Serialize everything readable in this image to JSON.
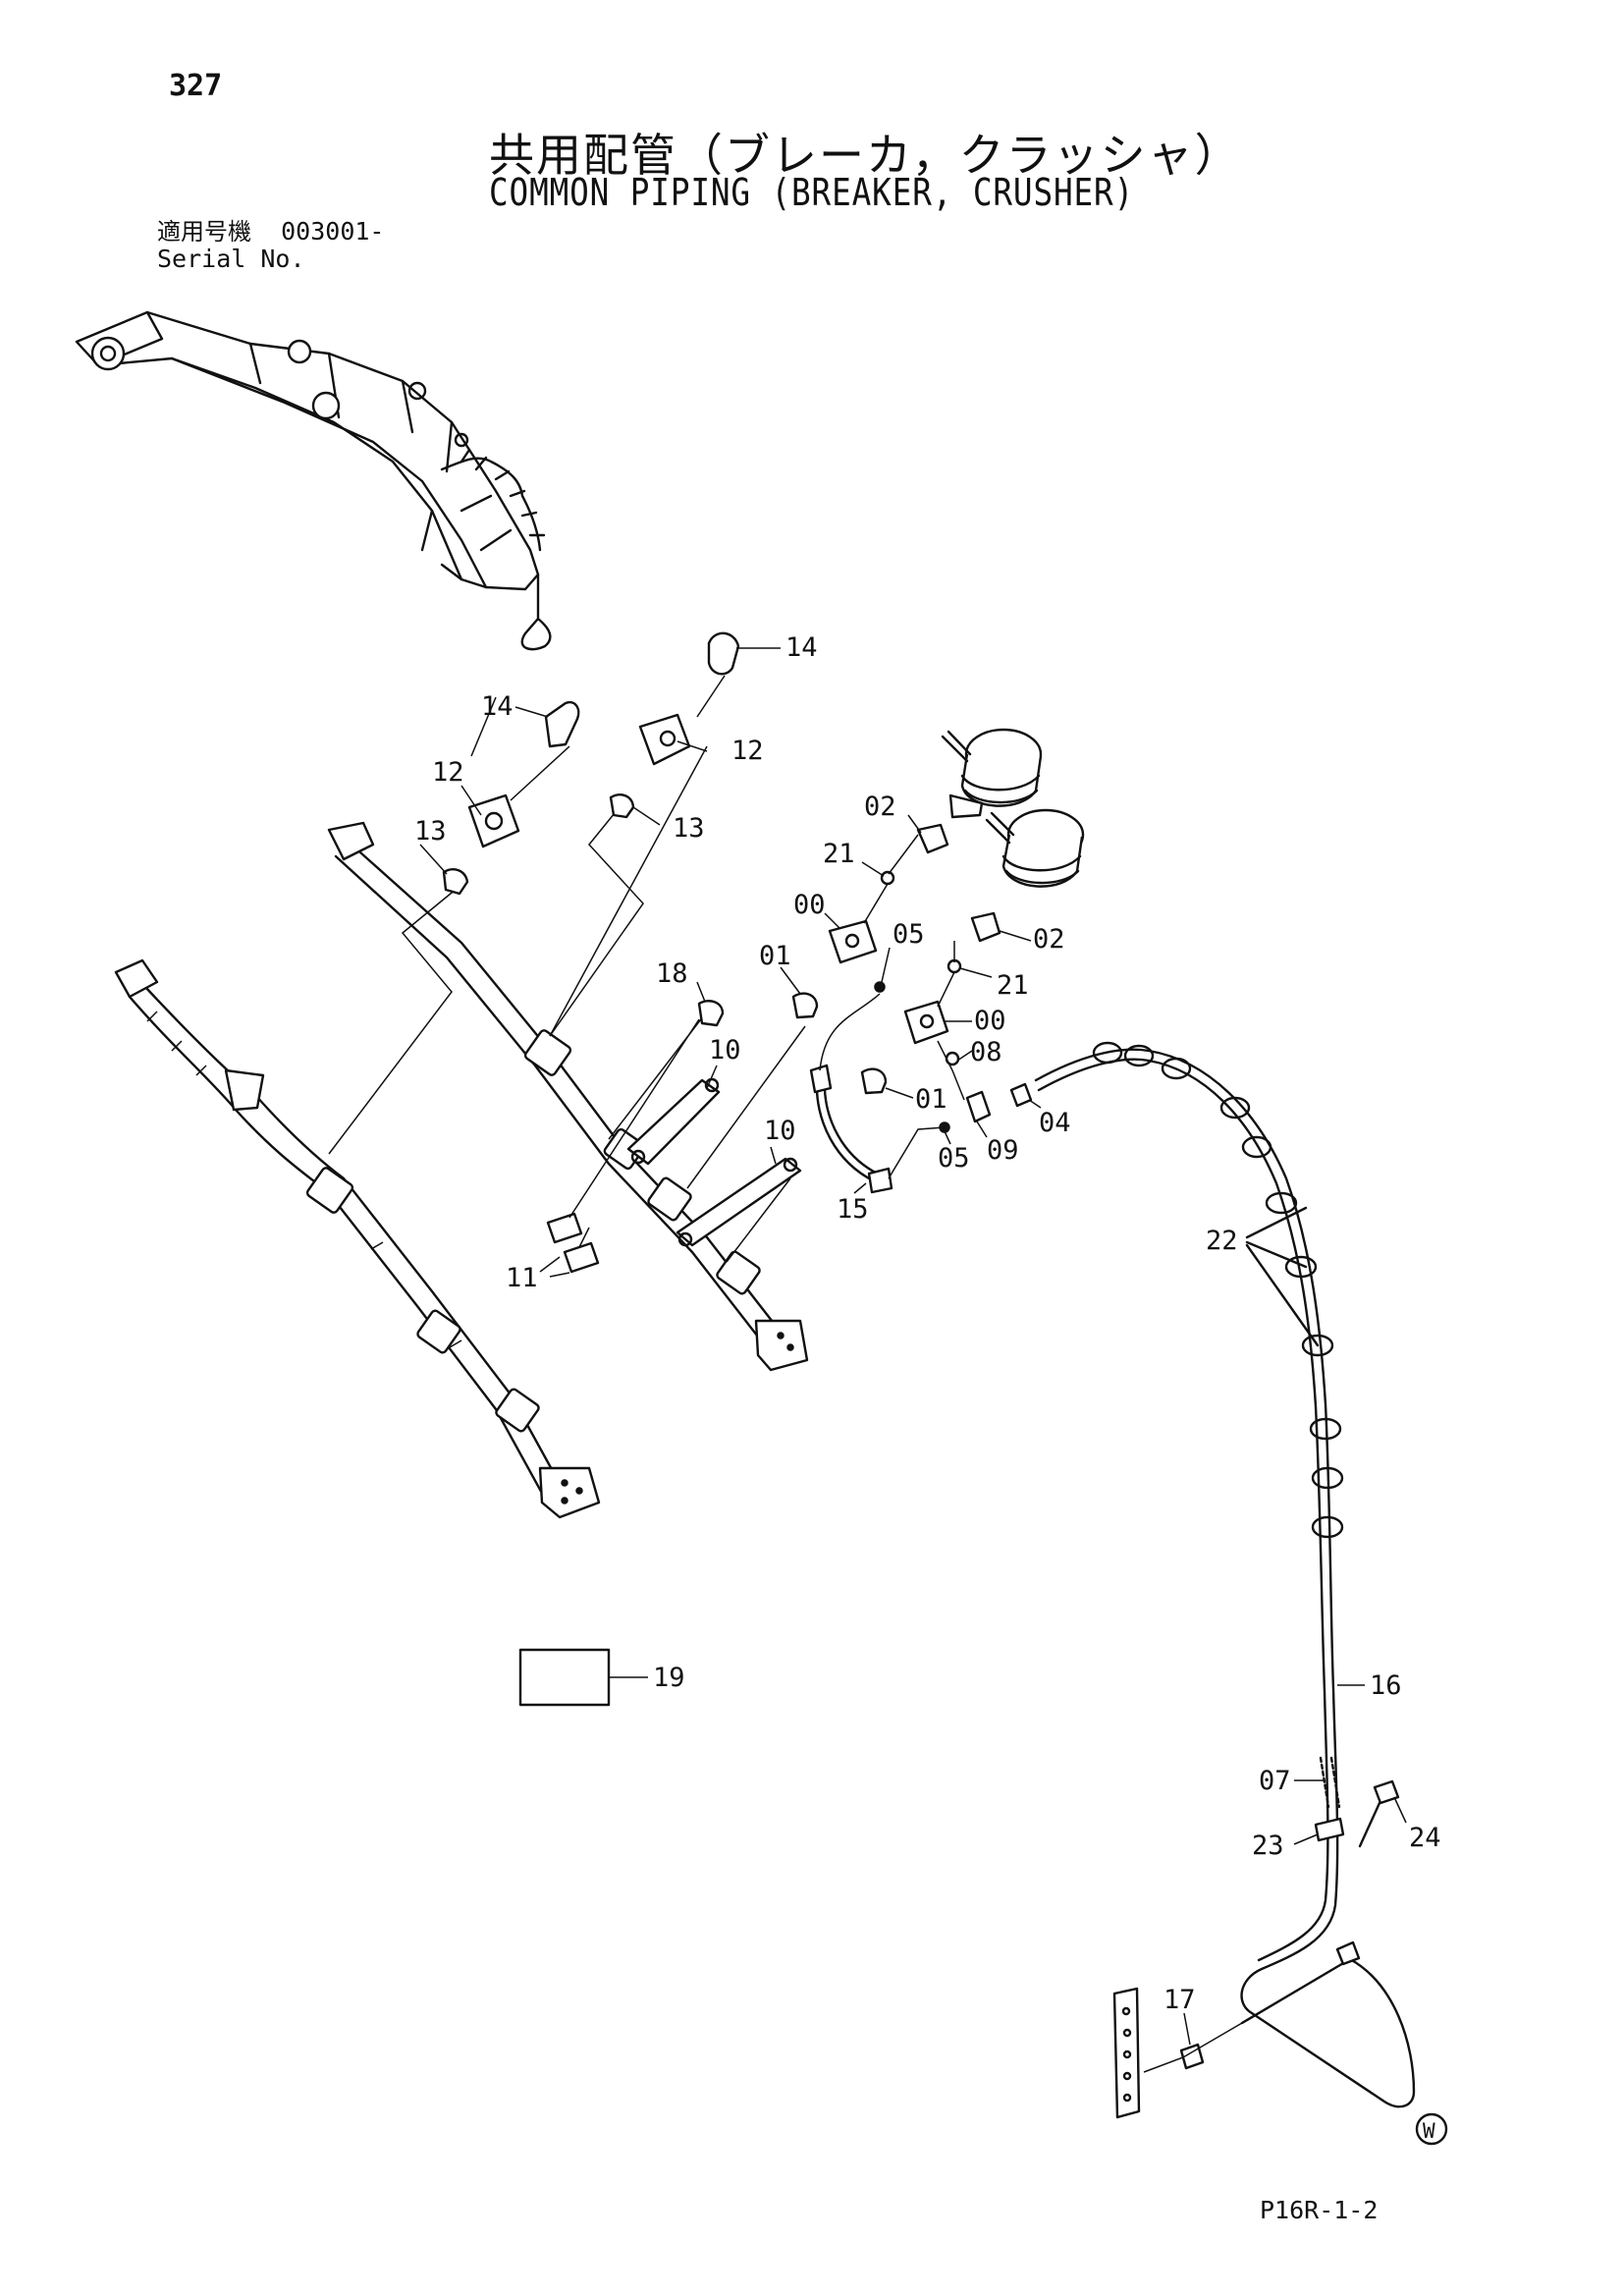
{
  "page_number": "327",
  "title_jp": "共用配管（ブレーカ，クラッシャ）",
  "title_en": "COMMON PIPING (BREAKER, CRUSHER)",
  "serial_jp": "適用号機",
  "serial_value": "003001-",
  "serial_en": "Serial No.",
  "figure_code": "P16R-1-2",
  "mark_w": "W",
  "labels": {
    "p14a": "14",
    "p14b": "14",
    "p12a": "12",
    "p12b": "12",
    "p13a": "13",
    "p13b": "13",
    "p02a": "02",
    "p02b": "02",
    "p21a": "21",
    "p21b": "21",
    "p00a": "00",
    "p00b": "00",
    "p01a": "01",
    "p01b": "01",
    "p05a": "05",
    "p05b": "05",
    "p18": "18",
    "p10a": "10",
    "p10b": "10",
    "p08": "08",
    "p04": "04",
    "p09": "09",
    "p15": "15",
    "p11": "11",
    "p22": "22",
    "p19": "19",
    "p16": "16",
    "p07": "07",
    "p23": "23",
    "p24": "24",
    "p17": "17"
  }
}
